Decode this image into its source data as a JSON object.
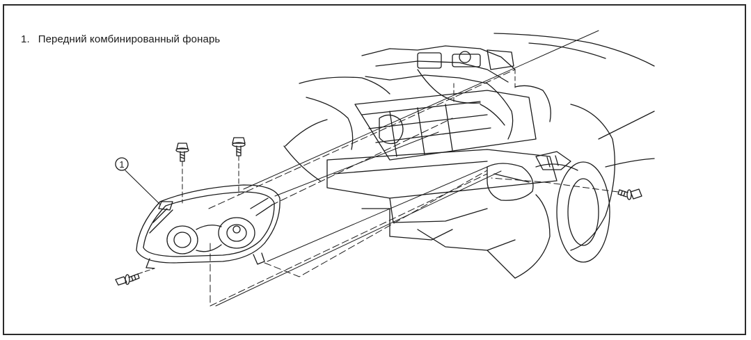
{
  "legend": {
    "items": [
      {
        "number": "1.",
        "label": "Передний комбинированный фонарь"
      }
    ]
  },
  "callouts": [
    {
      "number": "1",
      "refers_to": "Передний комбинированный фонарь"
    }
  ],
  "colors": {
    "line": "#1a1a1a",
    "frame": "#2a2a2a",
    "background": "#ffffff"
  }
}
